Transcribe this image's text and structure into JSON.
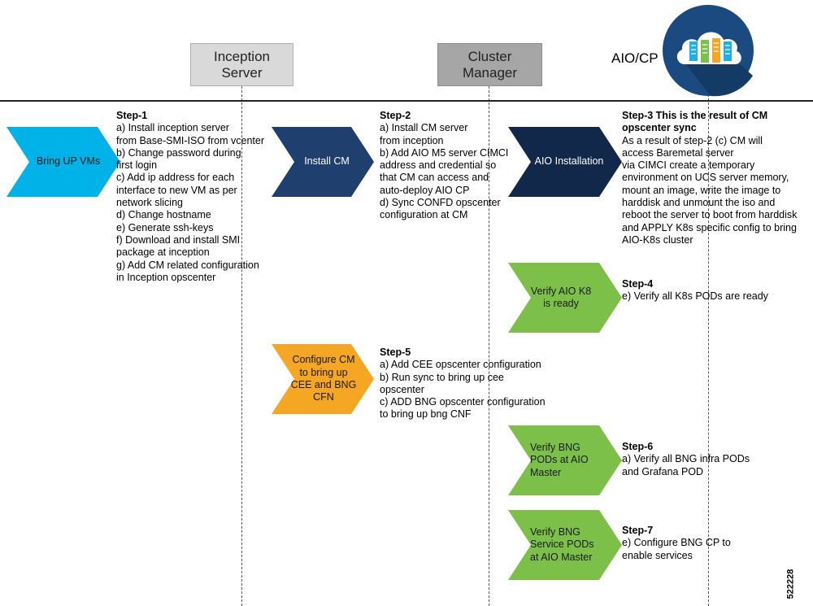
{
  "headers": {
    "inception": "Inception Server",
    "cluster": "Cluster Manager",
    "aio": "AIO/CP"
  },
  "chevrons": [
    {
      "id": "bring-up-vms",
      "label": "Bring UP VMs",
      "fill": "#00b2e8",
      "text_color": "#1a1a1a"
    },
    {
      "id": "install-cm",
      "label": "Install CM",
      "fill": "#1f3f6e",
      "text_color": "#ffffff"
    },
    {
      "id": "aio-installation",
      "label": "AIO Installation",
      "fill": "#12284b",
      "text_color": "#ffffff"
    },
    {
      "id": "verify-aio-k8",
      "label": "Verify AIO K8 is ready",
      "fill": "#7cc04a",
      "text_color": "#1a1a1a"
    },
    {
      "id": "configure-cm",
      "label": "Configure CM to bring up CEE and BNG CFN",
      "fill": "#f5a623",
      "text_color": "#1a1a1a"
    },
    {
      "id": "verify-bng-pods",
      "label": "Verify BNG PODs at AIO Master",
      "fill": "#7cc04a",
      "text_color": "#1a1a1a"
    },
    {
      "id": "verify-bng-service",
      "label": "Verify BNG Service PODs at AIO Master",
      "fill": "#7cc04a",
      "text_color": "#1a1a1a"
    }
  ],
  "steps": {
    "step1": {
      "title": "Step-1",
      "lines": [
        "a) Install inception server",
        "from Base-SMI-ISO from vcenter",
        "b) Change password during",
        "first login",
        "c) Add ip address for each",
        "interface to new VM as per",
        "network slicing",
        "d) Change hostname",
        "e) Generate ssh-keys",
        "f) Download and install SMI",
        "package at inception",
        "g) Add CM related configuration",
        "in Inception opscenter"
      ]
    },
    "step2": {
      "title": "Step-2",
      "lines": [
        "a) Install CM server",
        "from inception",
        "b) Add AIO M5 server CIMCI",
        "address and credential so",
        "that CM can access and",
        "auto-deploy AIO CP",
        "d) Sync CONFD opscenter",
        "configuration at CM"
      ]
    },
    "step3": {
      "title_lines": [
        "Step-3 This is the result of CM",
        "opscenter sync"
      ],
      "lines": [
        "As a result of step-2 (c) CM will",
        "access Baremetal server",
        "via CIMCI create a temporary",
        "environment on UCS server memory,",
        "mount an image, write the image to",
        "harddisk and unmount the iso and",
        "reboot the server to boot from harddisk",
        "and APPLY K8s specific config to bring",
        "AIO-K8s cluster"
      ]
    },
    "step4": {
      "title": "Step-4",
      "lines": [
        "e) Verify all K8s PODs are ready"
      ]
    },
    "step5": {
      "title": "Step-5",
      "lines": [
        "a) Add CEE opscenter configuration",
        "b) Run sync to bring up cee",
        "opscenter",
        "c) ADD BNG opscenter configuration",
        "to bring up bng CNF"
      ]
    },
    "step6": {
      "title": "Step-6",
      "lines": [
        "a) Verify all BNG infra PODs",
        "and Grafana POD"
      ]
    },
    "step7": {
      "title": "Step-7",
      "lines": [
        "e) Configure BNG CP to",
        "enable services"
      ]
    }
  },
  "figure_code": "522228",
  "colors": {
    "header_box": "#d9d9d9",
    "header_box_dark": "#a6a6a6",
    "cloud_circle": "#1a4a7f",
    "server_bars": [
      "#1eaee8",
      "#7cc04a",
      "#f5a623",
      "#1eaee8"
    ]
  }
}
